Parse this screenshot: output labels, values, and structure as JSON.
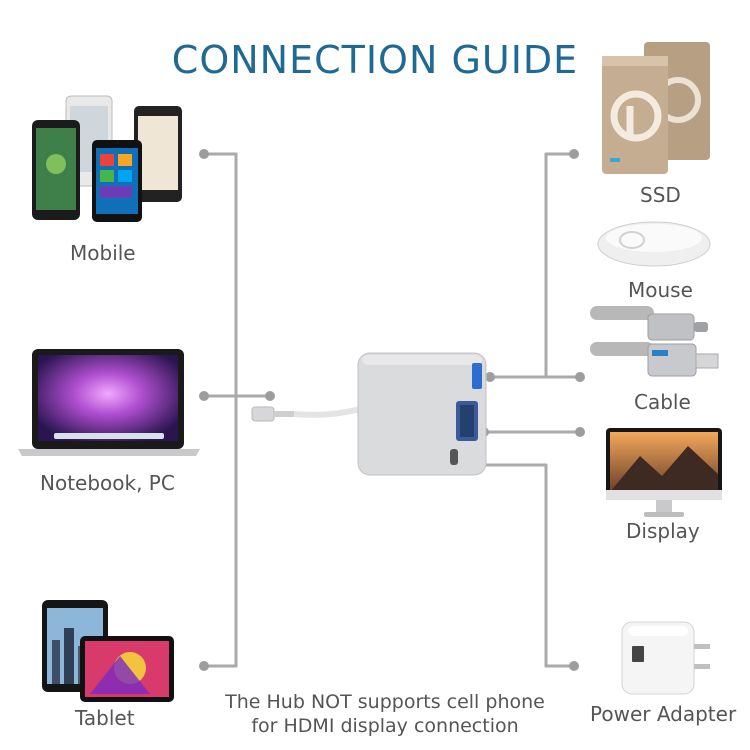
{
  "title": "CONNECTION GUIDE",
  "left_devices": [
    {
      "label": "Mobile",
      "icon": "smartphones-icon"
    },
    {
      "label": "Notebook, PC",
      "icon": "laptop-icon"
    },
    {
      "label": "Tablet",
      "icon": "tablets-icon"
    }
  ],
  "right_devices": [
    {
      "label": "SSD",
      "icon": "ssd-icon"
    },
    {
      "label": "Mouse",
      "icon": "mouse-icon"
    },
    {
      "label": "Cable",
      "icon": "usb-cable-icon"
    },
    {
      "label": "Display",
      "icon": "monitor-icon"
    },
    {
      "label": "Power Adapter",
      "icon": "power-adapter-icon"
    }
  ],
  "note_line1": "The Hub NOT supports cell phone",
  "note_line2": "for HDMI display connection",
  "colors": {
    "title": "#1f6a94",
    "label": "#555555",
    "line": "#aaaaaa",
    "hub": "#d9dadc"
  }
}
